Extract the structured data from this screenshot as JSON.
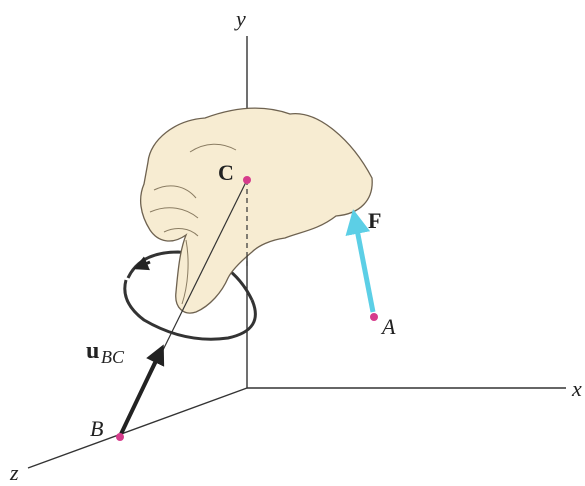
{
  "diagram": {
    "axes": {
      "x_label": "x",
      "y_label": "y",
      "z_label": "z"
    },
    "points": {
      "A": "A",
      "B": "B",
      "C": "C"
    },
    "force_label": "F",
    "unit_vector": {
      "symbol": "u",
      "subscript": "BC"
    },
    "colors": {
      "force_arrow": "#5ccfe6",
      "point_marker": "#d63c8c",
      "hand_fill": "#f7ecd2",
      "hand_stroke": "#6e6250",
      "axis": "#333333",
      "rotation_ring": "#333333"
    }
  }
}
